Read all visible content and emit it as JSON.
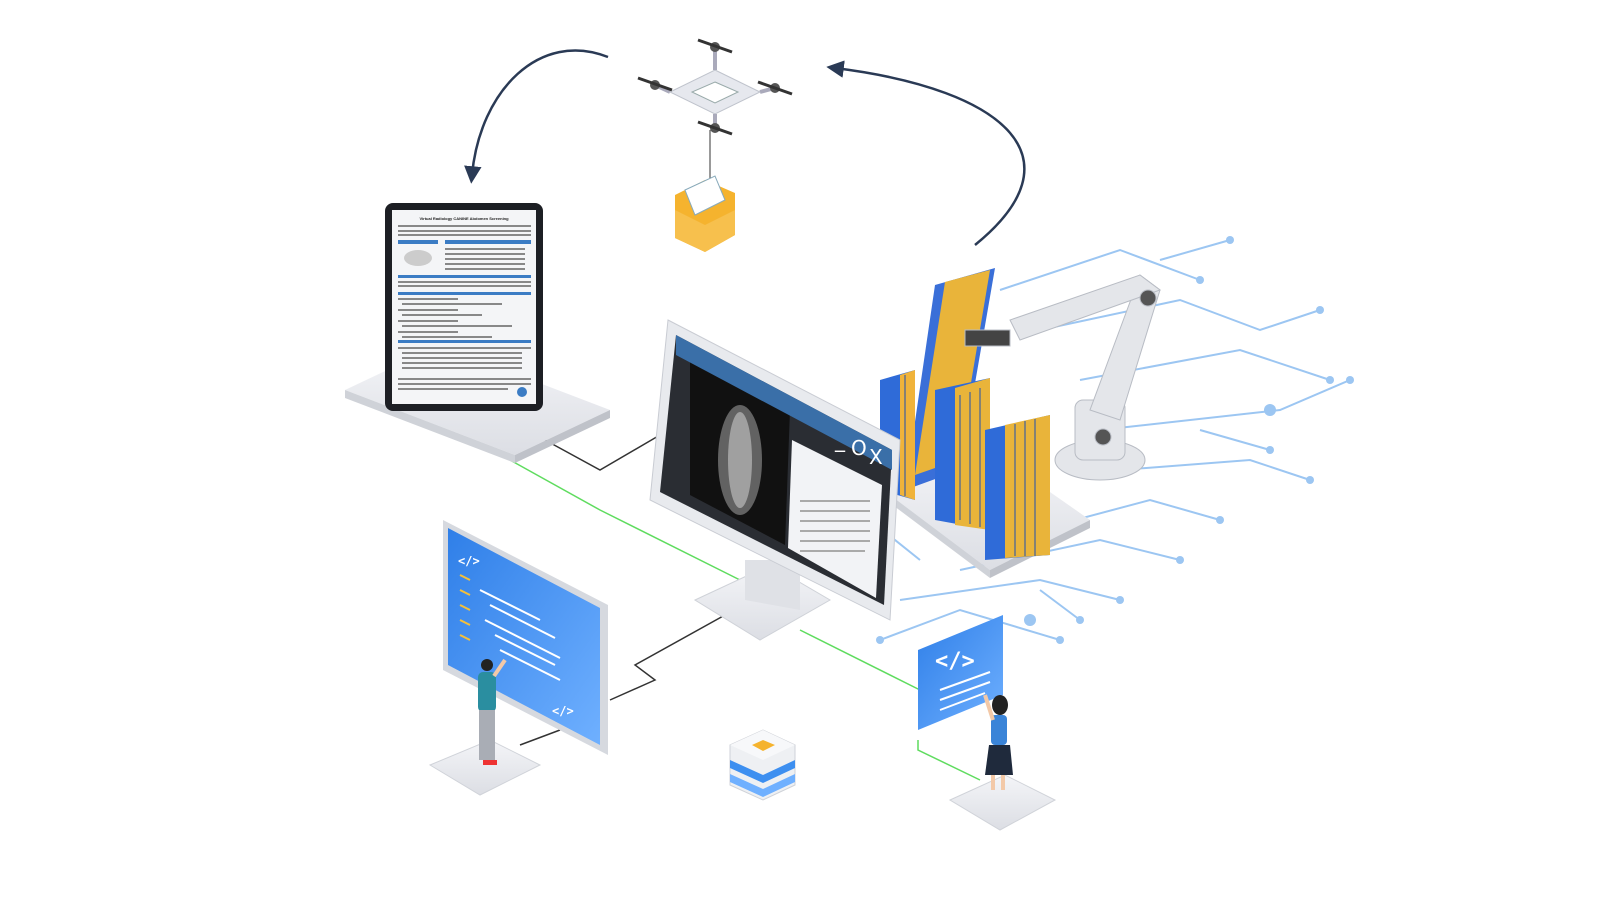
{
  "tablet": {
    "document_title": "Virtual Radiology CANINE Abdomen Screening"
  },
  "monitor": {
    "window_controls": [
      "_",
      "O",
      "X"
    ]
  },
  "code_screens": {
    "left_tag_top": "</>",
    "left_tag_bottom": "</>",
    "right_tag": "</>"
  },
  "colors": {
    "arrow": "#2a3a55",
    "link_green": "#5fdc5f",
    "link_dark": "#333333",
    "folder": "#f5b32e",
    "screen_blue": "#3d8ff0",
    "circuit": "#9cc6f2"
  }
}
